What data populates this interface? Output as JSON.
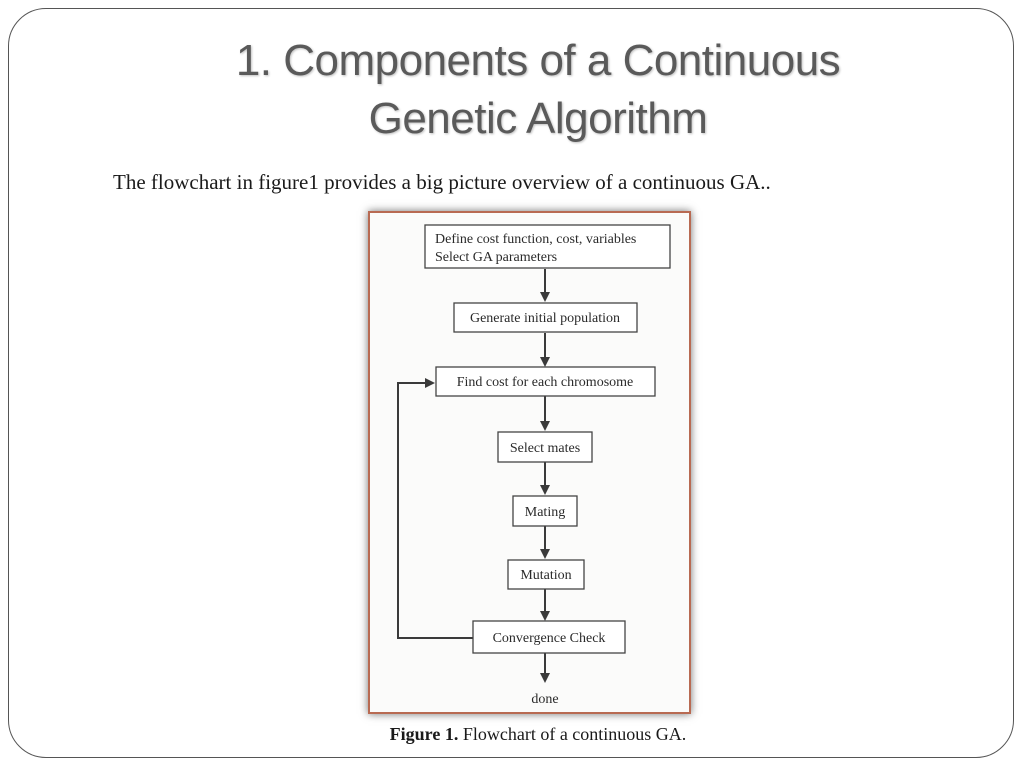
{
  "slide": {
    "title_line1": "1. Components of a Continuous",
    "title_line2": "Genetic Algorithm",
    "subtitle": "The flowchart in figure1 provides a big picture overview of a continuous GA..",
    "caption_label": "Figure 1.",
    "caption_text": "Flowchart of a continuous GA."
  },
  "flowchart": {
    "nodes": [
      {
        "id": "define",
        "lines": [
          "Define cost function, cost, variables",
          "Select GA parameters"
        ]
      },
      {
        "id": "generate",
        "lines": [
          "Generate initial population"
        ]
      },
      {
        "id": "find_cost",
        "lines": [
          "Find cost for each chromosome"
        ]
      },
      {
        "id": "select",
        "lines": [
          "Select mates"
        ]
      },
      {
        "id": "mating",
        "lines": [
          "Mating"
        ]
      },
      {
        "id": "mutation",
        "lines": [
          "Mutation"
        ]
      },
      {
        "id": "convergence",
        "lines": [
          "Convergence Check"
        ]
      },
      {
        "id": "done",
        "lines": [
          "done"
        ]
      }
    ],
    "edges": [
      {
        "from": "define",
        "to": "generate"
      },
      {
        "from": "generate",
        "to": "find_cost"
      },
      {
        "from": "find_cost",
        "to": "select"
      },
      {
        "from": "select",
        "to": "mating"
      },
      {
        "from": "mating",
        "to": "mutation"
      },
      {
        "from": "mutation",
        "to": "convergence"
      },
      {
        "from": "convergence",
        "to": "done"
      },
      {
        "from": "convergence",
        "to": "find_cost",
        "type": "loop-back"
      }
    ]
  }
}
